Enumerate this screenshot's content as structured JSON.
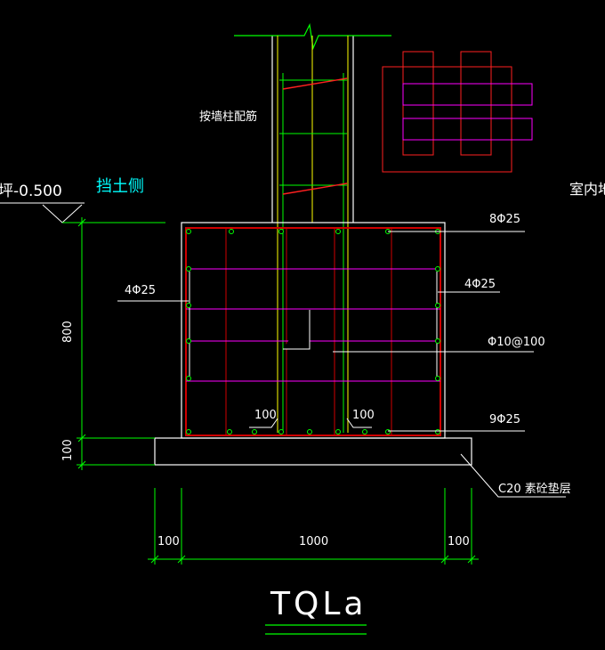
{
  "colors": {
    "background": "#000000",
    "white": "#ffffff",
    "green": "#00ff00",
    "yellow": "#ffff00",
    "red": "#ff2020",
    "dark_red": "#d00000",
    "magenta": "#ff00ff",
    "cyan": "#00ffff"
  },
  "labels": {
    "column_rebar_note": "按墙柱配筋",
    "soil_side": "挡土侧",
    "ground_level": "坪-0.500",
    "indoor_floor": "室内地坪",
    "top_bars": "8Φ25",
    "left_side_bars": "4Φ25",
    "right_side_bars": "4Φ25",
    "stirrups": "Φ10@100",
    "bottom_bars": "9Φ25",
    "hook_left": "100",
    "hook_right": "100",
    "cushion": "C20 素砼垫层",
    "title": "TQLa"
  },
  "dimensions": {
    "height_beam": "800",
    "height_cushion": "100",
    "width_left": "100",
    "width_mid": "1000",
    "width_right": "100"
  }
}
